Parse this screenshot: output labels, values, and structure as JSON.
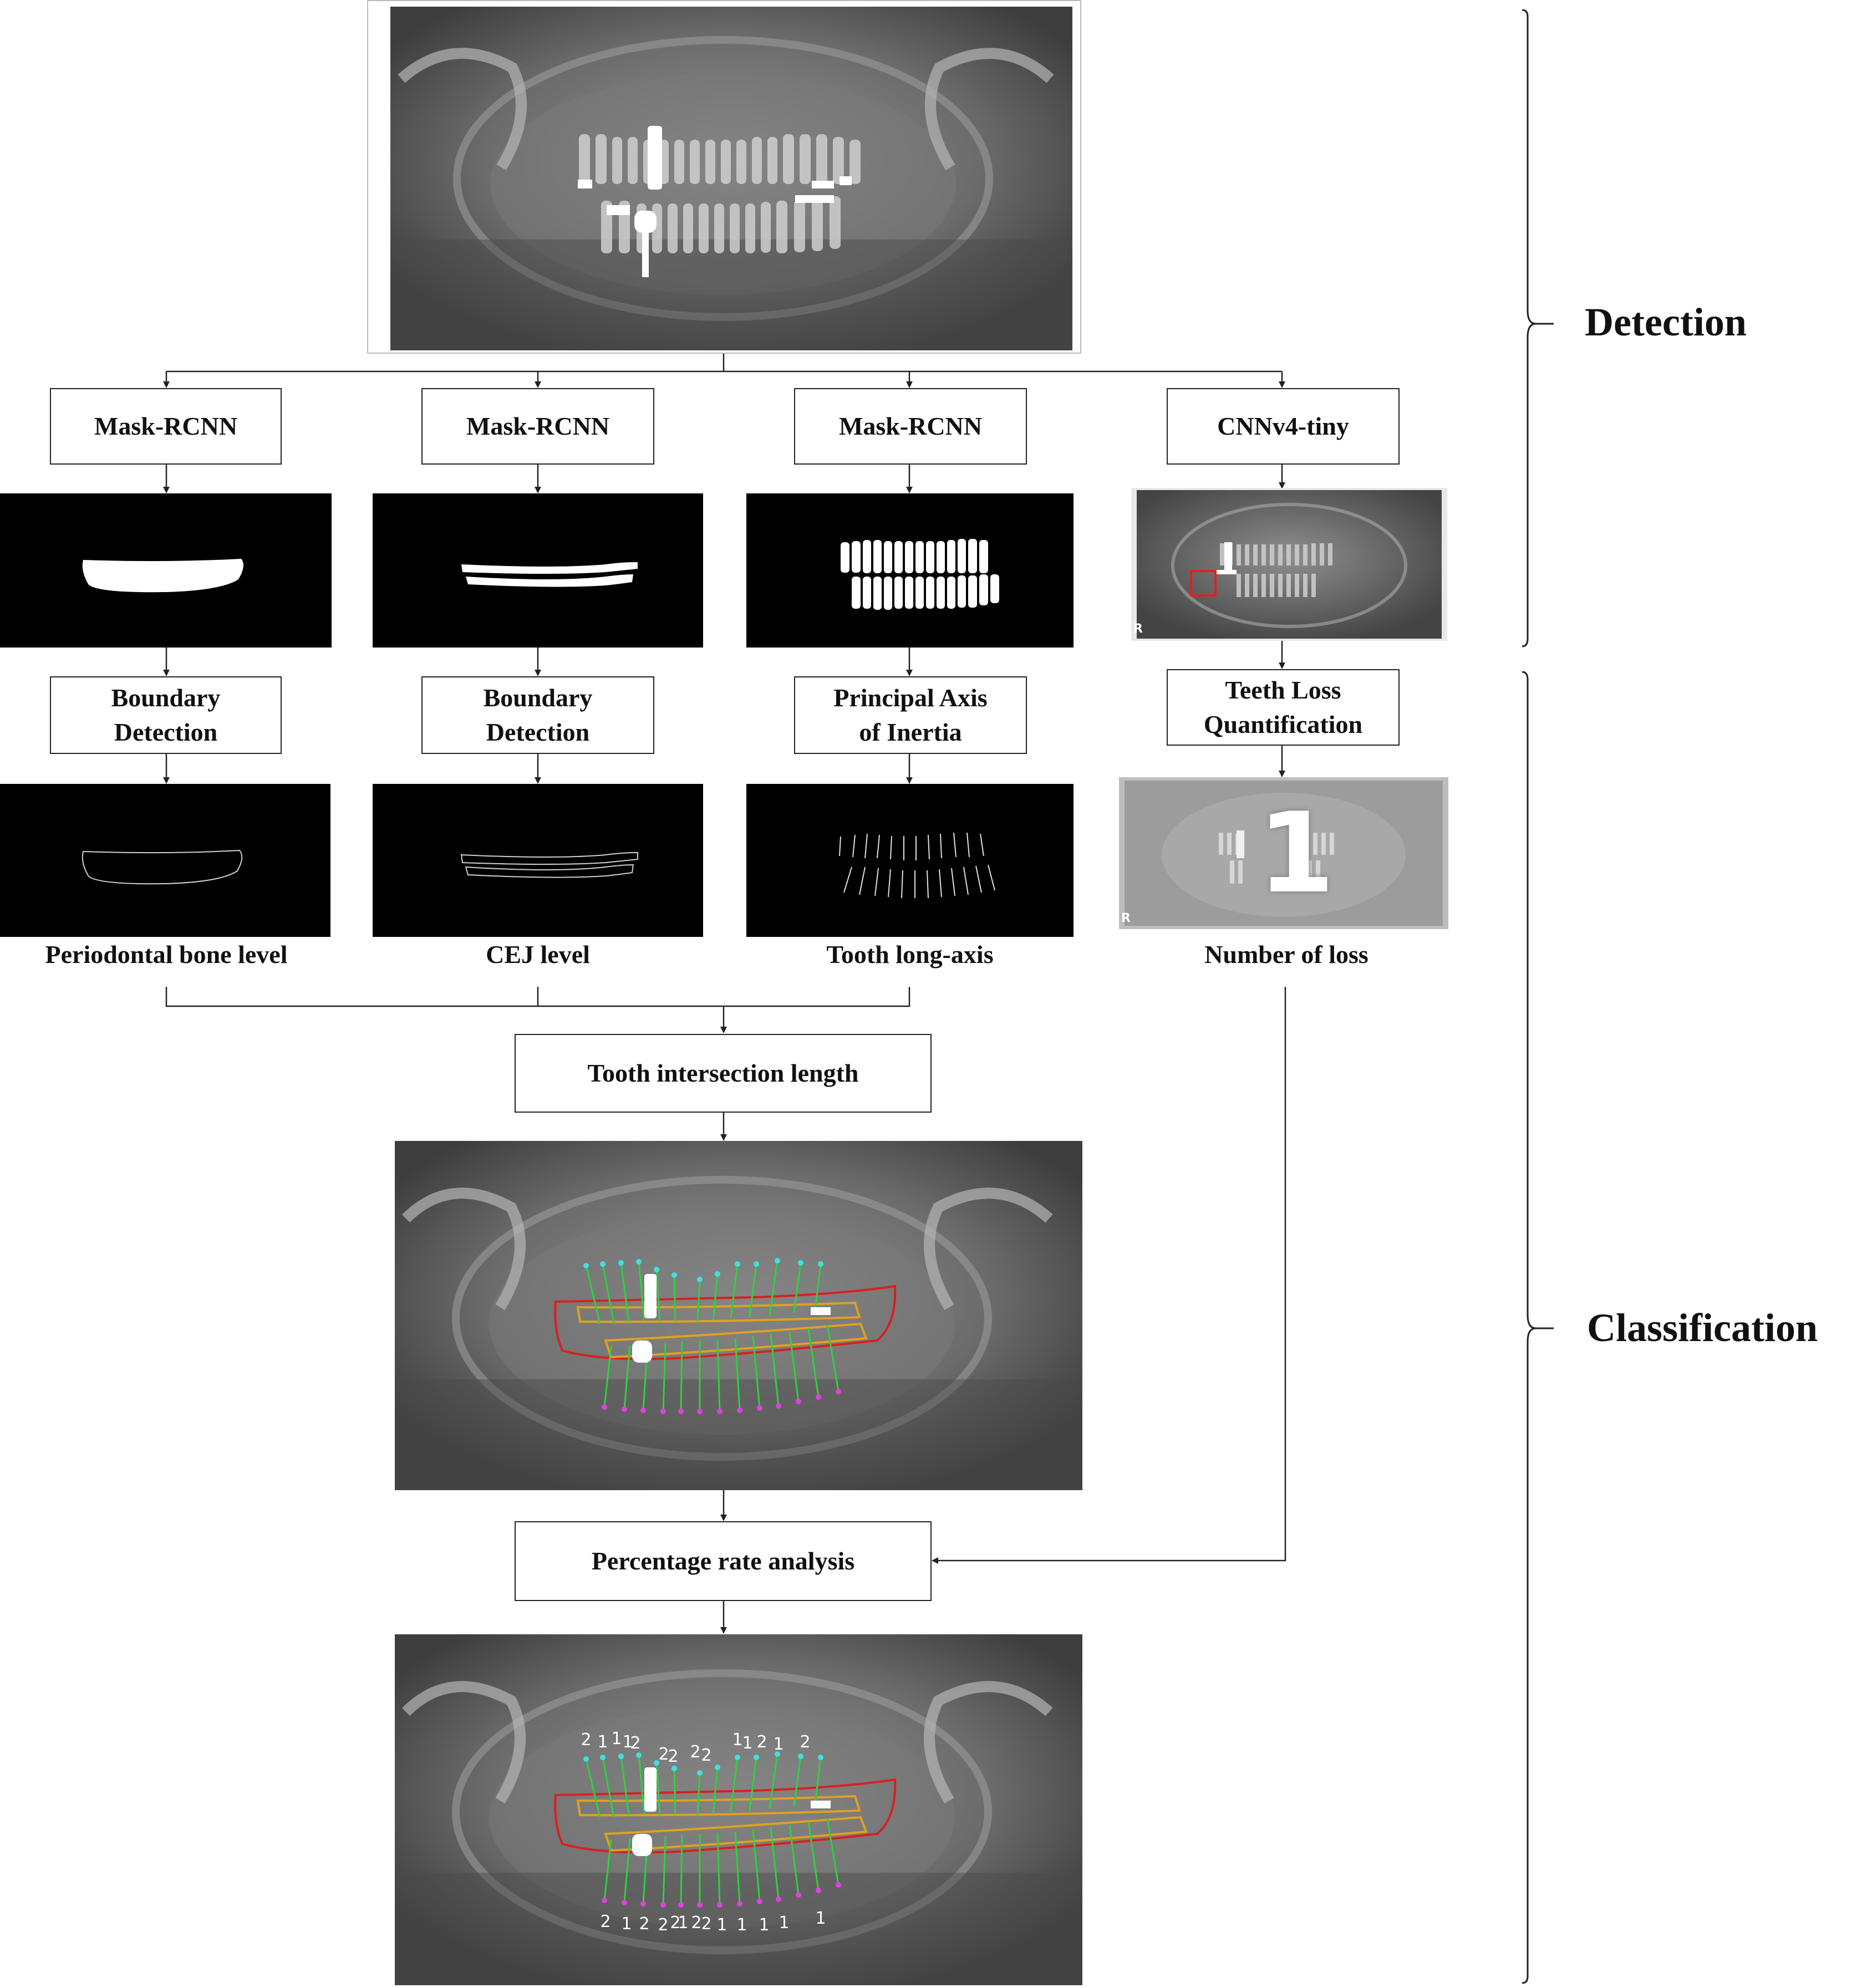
{
  "phases": {
    "detection": "Detection",
    "classification": "Classification"
  },
  "models": {
    "m1": "Mask-RCNN",
    "m2": "Mask-RCNN",
    "m3": "Mask-RCNN",
    "m4": "CNNv4-tiny"
  },
  "steps": {
    "s1": [
      "Boundary",
      "Detection"
    ],
    "s2": [
      "Boundary",
      "Detection"
    ],
    "s3": [
      "Principal Axis",
      "of Inertia"
    ],
    "s4": [
      "Teeth Loss",
      "Quantification"
    ]
  },
  "outputs": {
    "o1": "Periodontal bone level",
    "o2": "CEJ level",
    "o3": "Tooth long-axis",
    "o4": "Number of loss"
  },
  "process": {
    "intersection": "Tooth intersection length",
    "percentage": "Percentage rate analysis"
  },
  "xray_marker": "R",
  "loss_count": "1",
  "stage_digits": {
    "upper": [
      "2",
      "1",
      "1",
      "1",
      "2",
      "2",
      "2",
      "2",
      "2",
      "1",
      "1",
      "2",
      "1",
      "2"
    ],
    "lower": [
      "2",
      "1",
      "2",
      "2",
      "2",
      "1",
      "2",
      "2",
      "1",
      "1",
      "1",
      "1",
      "1"
    ]
  }
}
